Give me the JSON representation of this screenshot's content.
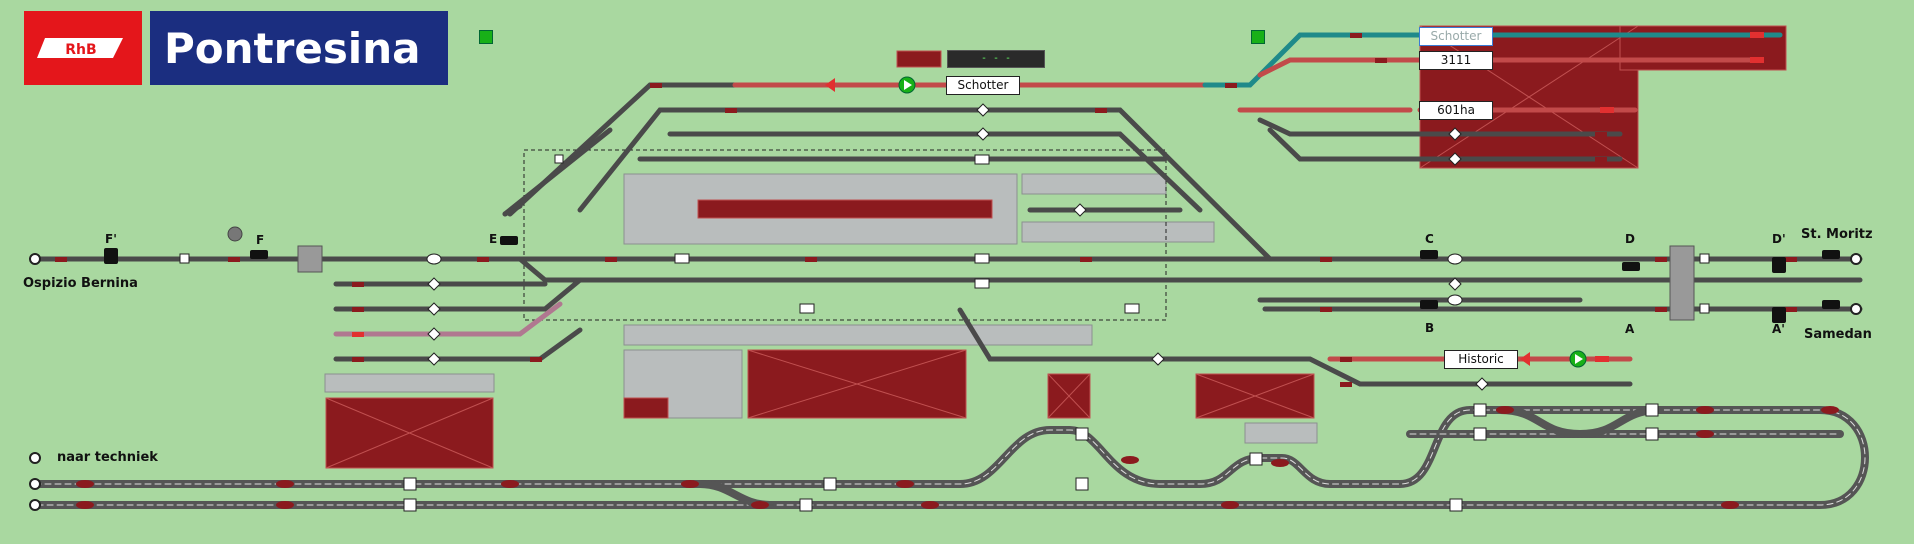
{
  "station": {
    "name": "Pontresina",
    "logo_text": "RhB"
  },
  "directions": {
    "left": "Ospizio Bernina",
    "right_top": "St. Moritz",
    "right_bottom": "Samedan",
    "depot": "naar techniek"
  },
  "signals": {
    "f_prime": "F'",
    "f": "F",
    "e": "E",
    "c": "C",
    "b": "B",
    "d": "D",
    "a": "A",
    "d_prime": "D'",
    "a_prime": "A'"
  },
  "train_labels": {
    "schotter_top": "Schotter",
    "t3111": "3111",
    "t601ha": "601ha",
    "schotter_mid": "Schotter",
    "historic": "Historic"
  },
  "display": {
    "readout": "- - -"
  },
  "colors": {
    "background": "#a9d8a0",
    "track": "#4a4a4a",
    "route_red": "#c24a4a",
    "route_teal": "#1f8a8a",
    "platform": "#b8bcbc",
    "building": "#8b1a1e",
    "banner_blue": "#1b2e80",
    "banner_red": "#e4161b"
  }
}
